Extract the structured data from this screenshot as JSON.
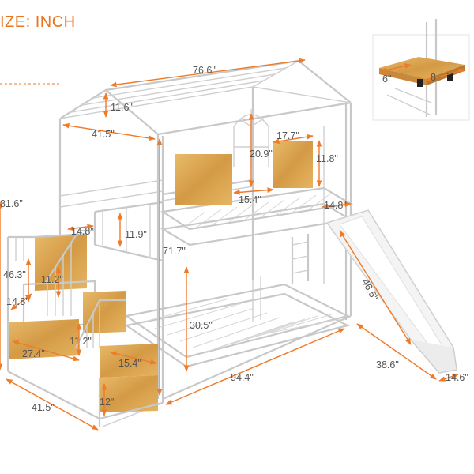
{
  "title": "IZE: INCH",
  "colors": {
    "accent": "#ef7a28",
    "frame": "#cfcfcf",
    "wood": "#d9a552",
    "text": "#555555"
  },
  "dimensions": {
    "d_roof_width": "76.6\"",
    "d_roof_peak": "11.6\"",
    "d_house_depth": "41.5\"",
    "d_window_h": "20.9\"",
    "d_window_w": "17.7\"",
    "d_panel_h": "11.8\"",
    "d_panel_gap": "15.4\"",
    "d_top_left_height": "81.6\"",
    "d_rail_gap": "14.8\"",
    "d_guard_h": "11.9\"",
    "d_total_h": "71.7\"",
    "d_slide_entry": "14.8\"",
    "d_step_total_h": "46.3\"",
    "d_step_h1": "11.2\"",
    "d_step_depth": "14.8\"",
    "d_step_h2": "11.2\"",
    "d_slide_len": "46.5\"",
    "d_lower_clear": "30.5\"",
    "d_stair_width": "27.4\"",
    "d_stair_top": "15.4\"",
    "d_bottom_step": "12\"",
    "d_bed_len": "94.4\"",
    "d_bed_depth": "41.5\"",
    "d_slide_out": "38.6\"",
    "d_slide_w": "14.6\"",
    "d_shelf_w": "6\"",
    "d_shelf_d": "8"
  }
}
